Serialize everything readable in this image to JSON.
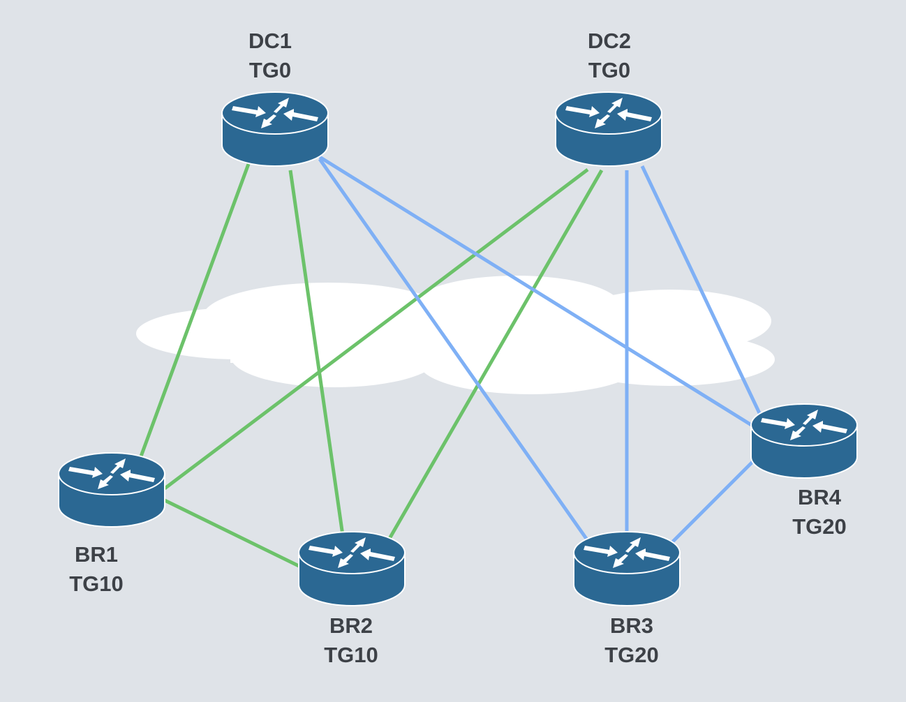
{
  "colors": {
    "background": "#dfe3e8",
    "router_body": "#2b6893",
    "router_arrows": "#ffffff",
    "link_tg10": "#6cc26a",
    "link_tg20": "#7fb0f5",
    "label_text": "#3d4147",
    "cloud": "#ffffff"
  },
  "nodes": [
    {
      "id": "DC1",
      "name": "DC1",
      "group": "TG0"
    },
    {
      "id": "DC2",
      "name": "DC2",
      "group": "TG0"
    },
    {
      "id": "BR1",
      "name": "BR1",
      "group": "TG10"
    },
    {
      "id": "BR2",
      "name": "BR2",
      "group": "TG10"
    },
    {
      "id": "BR3",
      "name": "BR3",
      "group": "TG20"
    },
    {
      "id": "BR4",
      "name": "BR4",
      "group": "TG20"
    }
  ],
  "links": [
    {
      "from": "DC1",
      "to": "BR1",
      "type": "green"
    },
    {
      "from": "DC1",
      "to": "BR2",
      "type": "green"
    },
    {
      "from": "DC2",
      "to": "BR1",
      "type": "green"
    },
    {
      "from": "DC2",
      "to": "BR2",
      "type": "green"
    },
    {
      "from": "BR1",
      "to": "BR2",
      "type": "green"
    },
    {
      "from": "DC1",
      "to": "BR3",
      "type": "blue"
    },
    {
      "from": "DC1",
      "to": "BR4",
      "type": "blue"
    },
    {
      "from": "DC2",
      "to": "BR3",
      "type": "blue"
    },
    {
      "from": "DC2",
      "to": "BR4",
      "type": "blue"
    },
    {
      "from": "BR3",
      "to": "BR4",
      "type": "blue"
    }
  ]
}
